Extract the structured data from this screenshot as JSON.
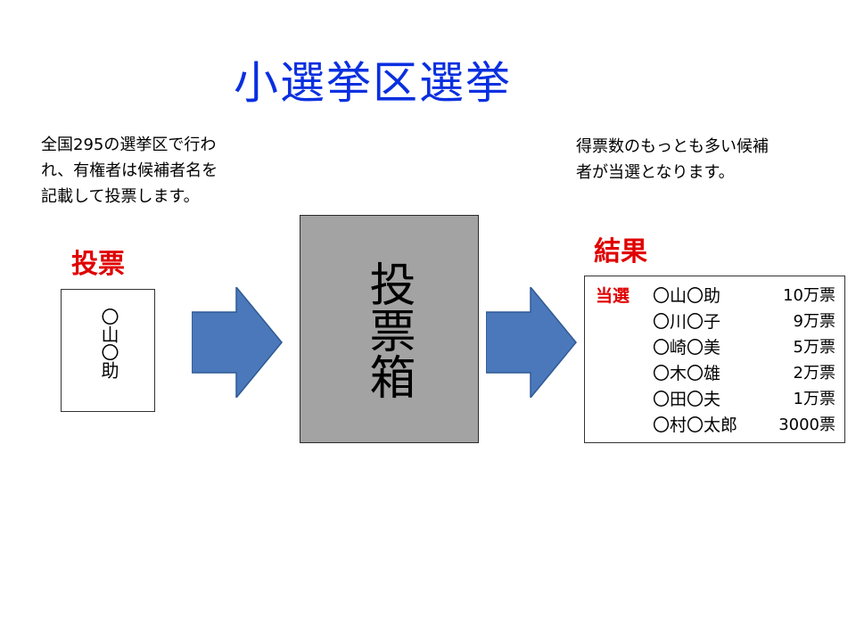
{
  "title": "小選挙区選挙",
  "left_description": "全国295の選挙区で行わ\nれ、有権者は候補者名を\n記載して投票します。",
  "right_description": "得票数のもっとも多い候補\n者が当選となります。",
  "vote_label": "投票",
  "ballot_name": "〇山〇助",
  "ballot_box_label": "投票箱",
  "result_label": "結果",
  "elected_tag": "当選",
  "colors": {
    "title": "#0a2fe0",
    "labels": "#e00000",
    "arrow": "#4a78bb",
    "box": "#a3a3a3"
  },
  "candidates": [
    {
      "name": "〇山〇助",
      "votes": "10万票"
    },
    {
      "name": "〇川〇子",
      "votes": "9万票"
    },
    {
      "name": "〇崎〇美",
      "votes": "5万票"
    },
    {
      "name": "〇木〇雄",
      "votes": "2万票"
    },
    {
      "name": "〇田〇夫",
      "votes": "1万票"
    },
    {
      "name": "〇村〇太郎",
      "votes": "3000票"
    }
  ]
}
